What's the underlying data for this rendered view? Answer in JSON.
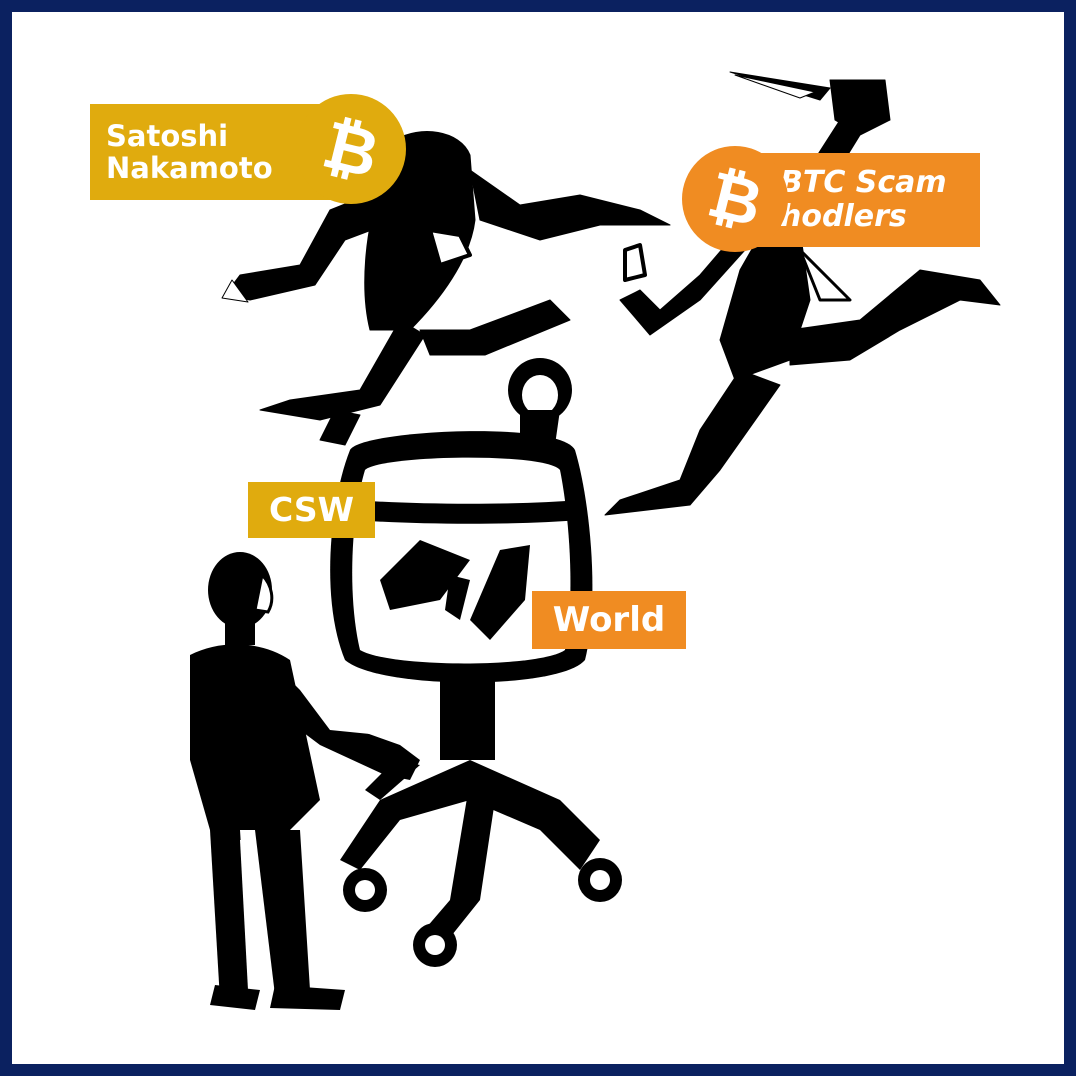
{
  "labels": {
    "satoshi": {
      "line1": "Satoshi",
      "line2": "Nakamoto"
    },
    "scam": {
      "line1": "BTC Scam",
      "line2": "hodlers"
    },
    "csw": "CSW",
    "world": "World"
  },
  "icons": {
    "satoshi_coin": "bitcoin-icon",
    "scam_coin": "bitcoin-icon",
    "coin_symbol": "₿"
  },
  "colors": {
    "frame": "#0b2160",
    "gold": "#e0ab0e",
    "orange": "#f08c22",
    "ink": "#000000",
    "paper": "#ffffff"
  }
}
